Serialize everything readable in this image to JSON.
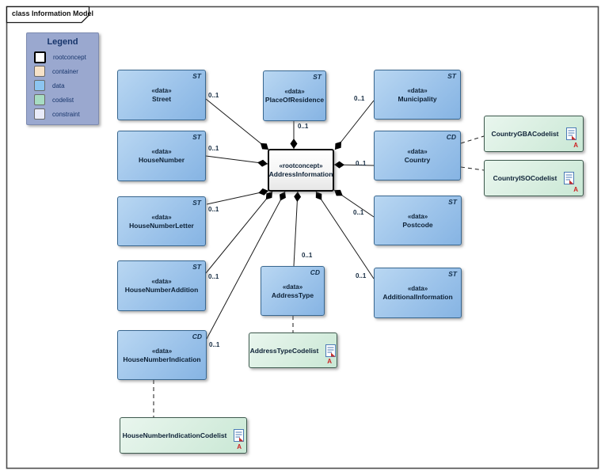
{
  "frame": {
    "title": "class Information Model"
  },
  "legend": {
    "title": "Legend",
    "items": [
      {
        "label": "rootconcept",
        "color": "#ffffff"
      },
      {
        "label": "container",
        "color": "#f6e2c8"
      },
      {
        "label": "data",
        "color": "#8cc5f0"
      },
      {
        "label": "codelist",
        "color": "#a7dcc2"
      },
      {
        "label": "constraint",
        "color": "#e9ebf9"
      }
    ]
  },
  "colors": {
    "data_fill": "#9cc3ea",
    "data_border": "#39678f",
    "codelist_fill": "#d8eee0",
    "root_border": "#0b0b0b",
    "legend_bg": "#9aa8cf",
    "marker_red": "#cc2222",
    "edge": "#1a1a1a"
  },
  "nodes": [
    {
      "stereotype": "«data»",
      "name": "Street",
      "tag": "ST"
    },
    {
      "stereotype": "«data»",
      "name": "HouseNumber",
      "tag": "ST"
    },
    {
      "stereotype": "«data»",
      "name": "HouseNumberLetter",
      "tag": "ST"
    },
    {
      "stereotype": "«data»",
      "name": "HouseNumberAddition",
      "tag": "ST"
    },
    {
      "stereotype": "«data»",
      "name": "HouseNumberIndication",
      "tag": "CD"
    },
    {
      "stereotype": "«data»",
      "name": "PlaceOfResidence",
      "tag": "ST"
    },
    {
      "stereotype": "«data»",
      "name": "Municipality",
      "tag": "ST"
    },
    {
      "stereotype": "«data»",
      "name": "Country",
      "tag": "CD"
    },
    {
      "stereotype": "«data»",
      "name": "Postcode",
      "tag": "ST"
    },
    {
      "stereotype": "«data»",
      "name": "AdditionalInformation",
      "tag": "ST"
    },
    {
      "stereotype": "«data»",
      "name": "AddressType",
      "tag": "CD"
    },
    {
      "stereotype": "«rootconcept»",
      "name": "AddressInformation"
    },
    {
      "name": "AddressTypeCodelist",
      "marker": "A"
    },
    {
      "name": "HouseNumberIndicationCodelist",
      "marker": "A"
    },
    {
      "name": "CountryGBACodelist",
      "marker": "A"
    },
    {
      "name": "CountryISOCodelist",
      "marker": "A"
    }
  ],
  "edges": [
    {
      "from": "Street",
      "to": "AddressInformation",
      "type": "composition",
      "multiplicity": "0..1"
    },
    {
      "from": "HouseNumber",
      "to": "AddressInformation",
      "type": "composition",
      "multiplicity": "0..1"
    },
    {
      "from": "HouseNumberLetter",
      "to": "AddressInformation",
      "type": "composition",
      "multiplicity": "0..1"
    },
    {
      "from": "HouseNumberAddition",
      "to": "AddressInformation",
      "type": "composition",
      "multiplicity": "0..1"
    },
    {
      "from": "HouseNumberIndication",
      "to": "AddressInformation",
      "type": "composition",
      "multiplicity": "0..1"
    },
    {
      "from": "PlaceOfResidence",
      "to": "AddressInformation",
      "type": "composition",
      "multiplicity": "0..1"
    },
    {
      "from": "Municipality",
      "to": "AddressInformation",
      "type": "composition",
      "multiplicity": "0..1"
    },
    {
      "from": "Country",
      "to": "AddressInformation",
      "type": "composition",
      "multiplicity": "0..1"
    },
    {
      "from": "Postcode",
      "to": "AddressInformation",
      "type": "composition",
      "multiplicity": "0..1"
    },
    {
      "from": "AdditionalInformation",
      "to": "AddressInformation",
      "type": "composition",
      "multiplicity": "0..1"
    },
    {
      "from": "AddressType",
      "to": "AddressInformation",
      "type": "composition",
      "multiplicity": "0..1"
    },
    {
      "from": "HouseNumberIndication",
      "to": "HouseNumberIndicationCodelist",
      "type": "dependency"
    },
    {
      "from": "AddressType",
      "to": "AddressTypeCodelist",
      "type": "dependency"
    },
    {
      "from": "Country",
      "to": "CountryGBACodelist",
      "type": "dependency"
    },
    {
      "from": "Country",
      "to": "CountryISOCodelist",
      "type": "dependency"
    }
  ]
}
